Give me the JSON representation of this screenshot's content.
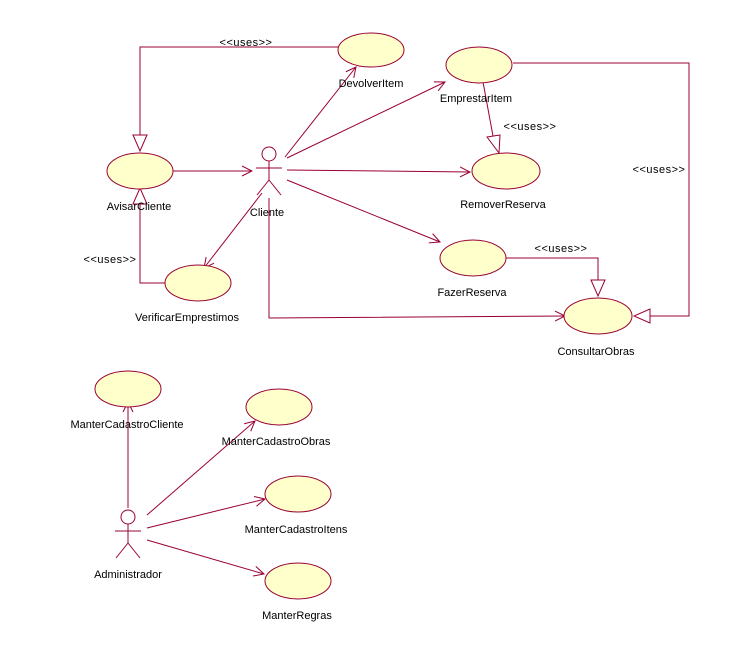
{
  "colors": {
    "line": "#990033",
    "usecase_fill": "#ffffcc",
    "background": "#ffffff"
  },
  "actors": {
    "cliente": "Cliente",
    "administrador": "Administrador"
  },
  "usecases": {
    "devolver_item": "DevolverItem",
    "emprestar_item": "EmprestarItem",
    "avisar_cliente": "AvisarCliente",
    "remover_reserva": "RemoverReserva",
    "verificar_emprestimos": "VerificarEmprestimos",
    "fazer_reserva": "FazerReserva",
    "consultar_obras": "ConsultarObras",
    "manter_cadastro_cliente": "ManterCadastroCliente",
    "manter_cadastro_obras": "ManterCadastroObras",
    "manter_cadastro_itens": "ManterCadastroItens",
    "manter_regras": "ManterRegras"
  },
  "stereotypes": {
    "uses": "<<uses>>"
  }
}
